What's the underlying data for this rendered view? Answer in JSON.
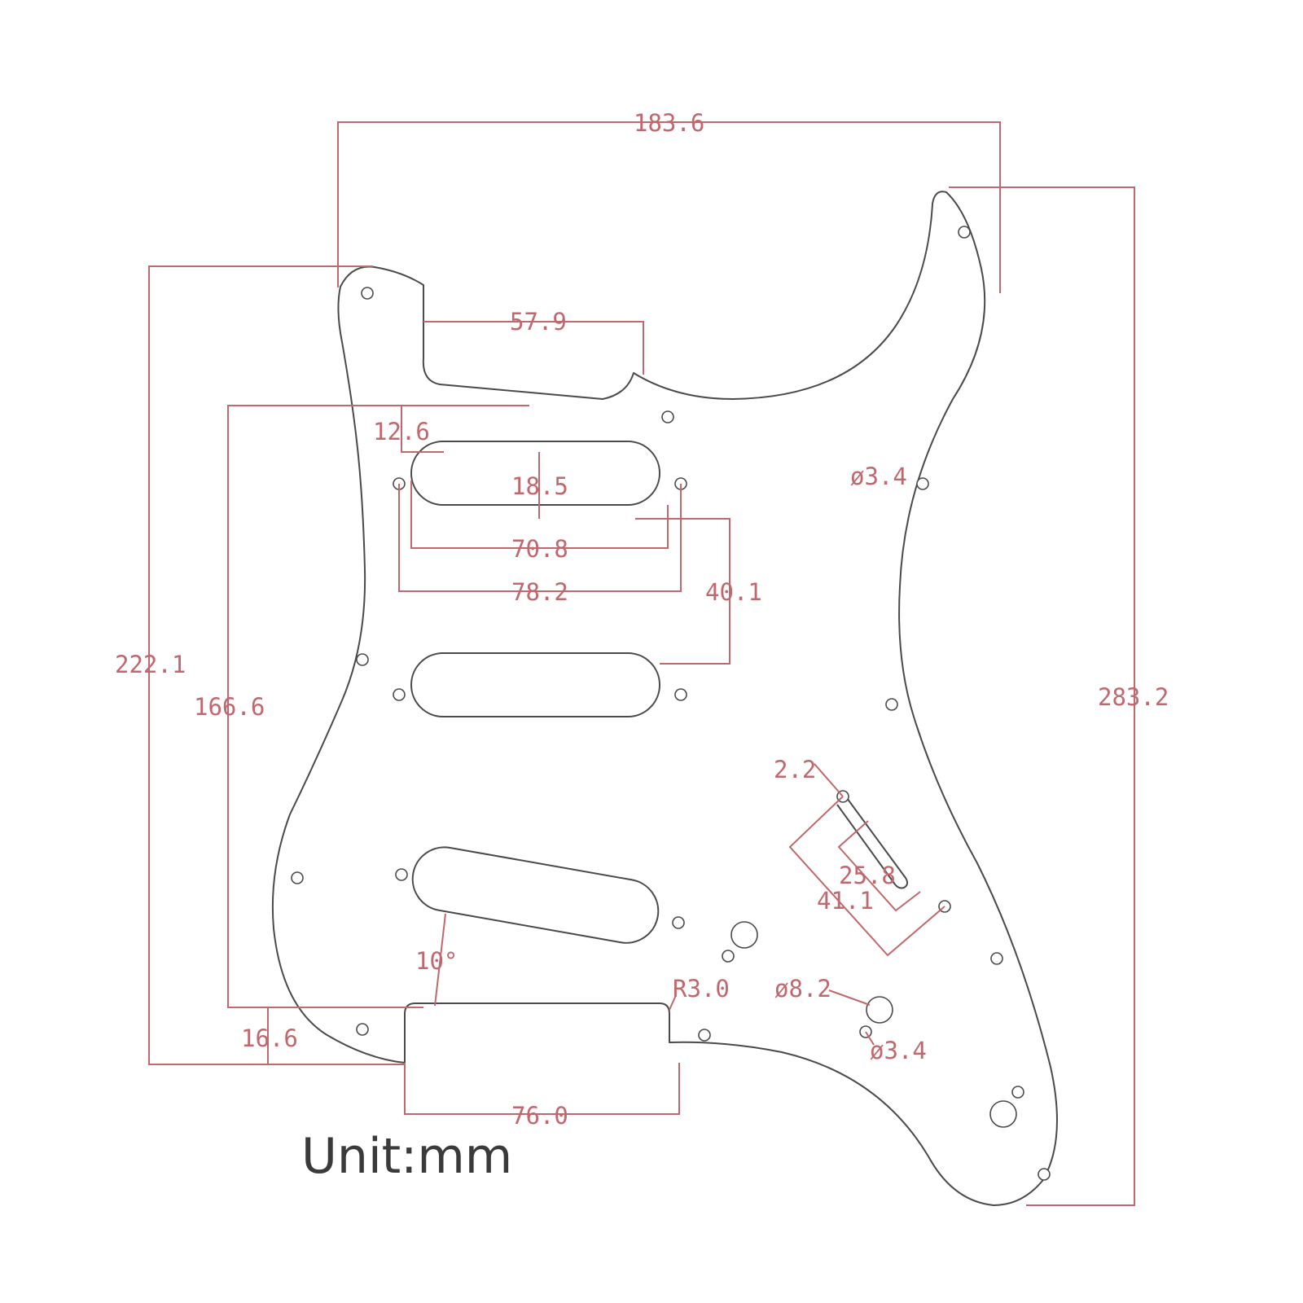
{
  "dimensions": {
    "overall_width": "183.6",
    "overall_height": "283.2",
    "left_height_total": "222.1",
    "left_height_inner": "166.6",
    "neck_pocket_width": "57.9",
    "top_to_pickup": "12.6",
    "pickup_width": "18.5",
    "pickup_length": "70.8",
    "pickup_screw_spacing": "78.2",
    "pickup_spacing": "40.1",
    "switch_slot_width": "2.2",
    "switch_slot_length": "25.8",
    "switch_screw_spacing": "41.1",
    "bridge_angle": "10°",
    "corner_radius": "R3.0",
    "jack_diameter": "ø8.2",
    "screw_hole_diameter_top": "ø3.4",
    "screw_hole_diameter_bottom": "ø3.4",
    "bridge_offset": "16.6",
    "bridge_cutout_width": "76.0"
  },
  "unit_label": "Unit:mm",
  "colors": {
    "outline": "#4a4a4a",
    "dimension": "#c0686d",
    "text": "#3a3a3a"
  }
}
